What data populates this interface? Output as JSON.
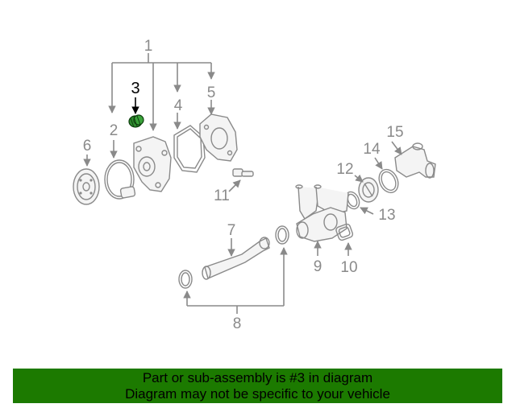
{
  "callouts": {
    "n1": "1",
    "n2": "2",
    "n3": "3",
    "n4": "4",
    "n5": "5",
    "n6": "6",
    "n7": "7",
    "n8": "8",
    "n9": "9",
    "n10": "10",
    "n11": "11",
    "n12": "12",
    "n13": "13",
    "n14": "14",
    "n15": "15"
  },
  "highlight_part": "3",
  "colors": {
    "line": "#8a8a8a",
    "highlight_part": "#2e8b2e",
    "banner": "#1c7a00"
  },
  "footer": {
    "line1": "Part or sub-assembly is #3 in diagram",
    "line2": "Diagram may not be specific to your vehicle"
  }
}
